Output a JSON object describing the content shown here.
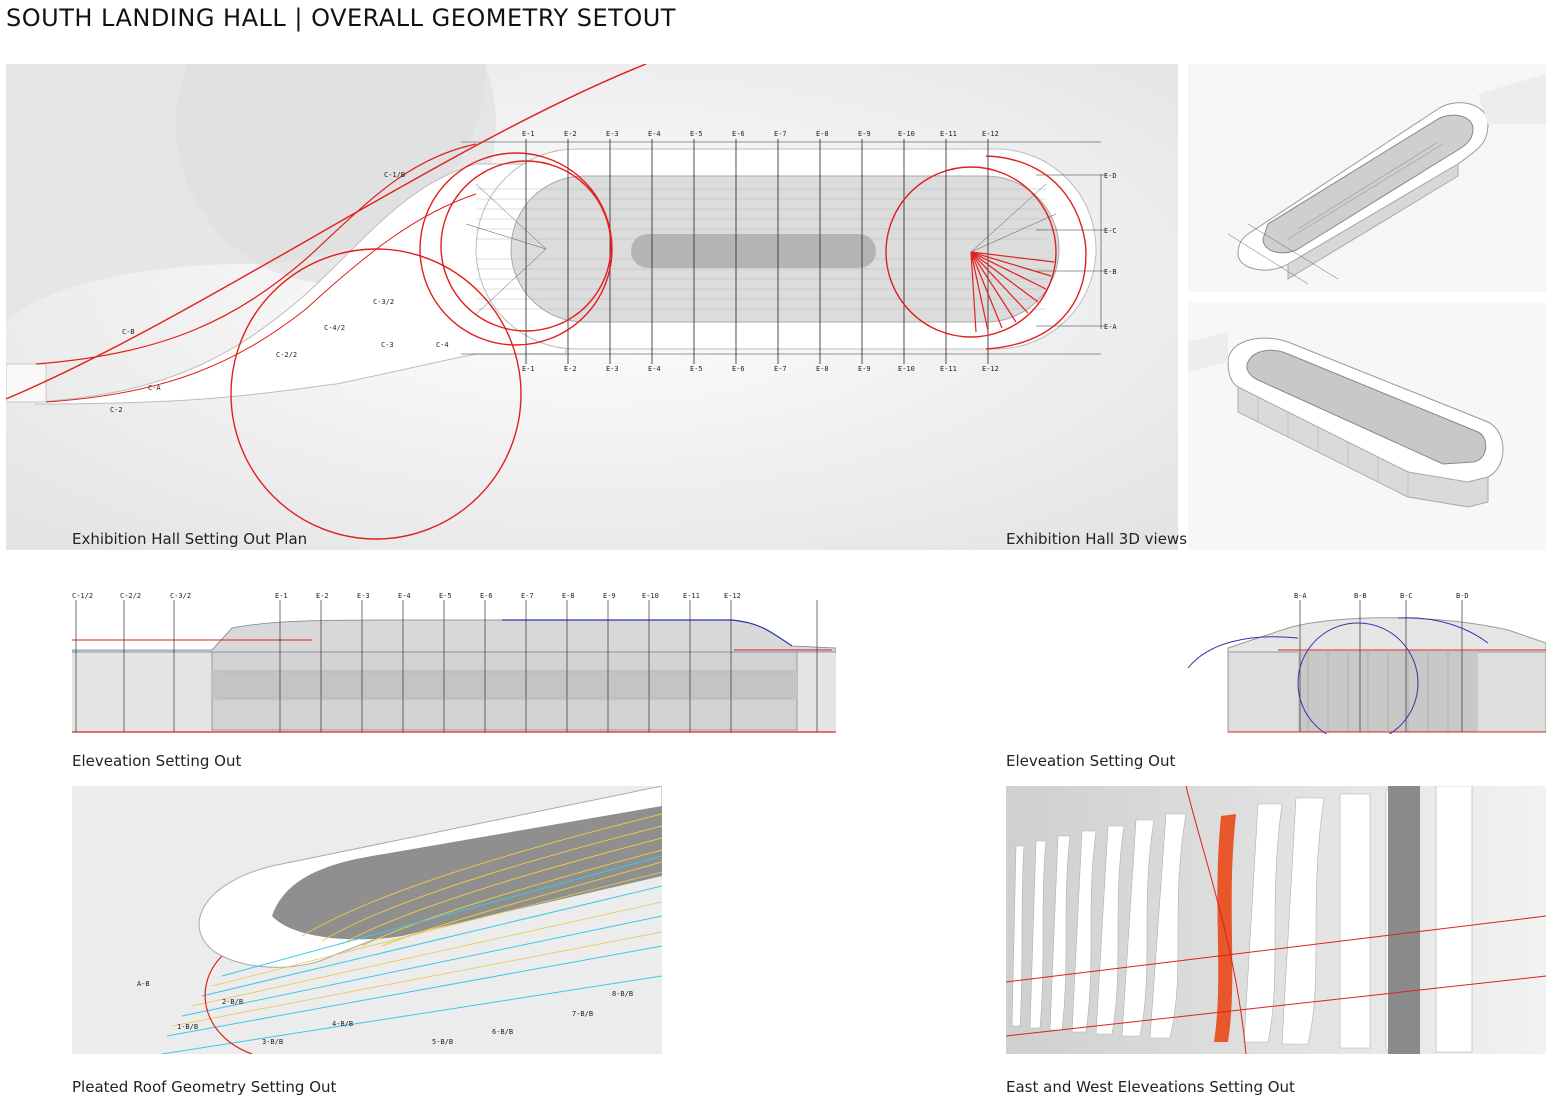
{
  "page": {
    "title": "SOUTH LANDING HALL | OVERALL GEOMETRY SETOUT"
  },
  "captions": {
    "plan": "Exhibition Hall Setting Out Plan",
    "views3d": "Exhibition Hall 3D views",
    "elevation_main": "Eleveation Setting Out",
    "elevation_side": "Eleveation Setting Out",
    "roof": "Pleated Roof Geometry Setting Out",
    "east_west": "East and West Eleveations Setting Out"
  },
  "plan": {
    "grid_top": [
      "E-1",
      "E-2",
      "E-3",
      "E-4",
      "E-5",
      "E-6",
      "E-7",
      "E-8",
      "E-9",
      "E-10",
      "E-11",
      "E-12"
    ],
    "grid_bottom": [
      "E-1",
      "E-2",
      "E-3",
      "E-4",
      "E-5",
      "E-6",
      "E-7",
      "E-8",
      "E-9",
      "E-10",
      "E-11",
      "E-12"
    ],
    "grid_right": [
      "E-D",
      "E-C",
      "E-B",
      "E-A"
    ],
    "curve_labels": [
      "C-1/B",
      "C-B",
      "C-A",
      "C-2",
      "C-3/2",
      "C-4/2",
      "C-3",
      "C-4",
      "C-2/2"
    ]
  },
  "elevation": {
    "grid": [
      "C-1/2",
      "C-2/2",
      "C-3/2",
      "E-1",
      "E-2",
      "E-3",
      "E-4",
      "E-5",
      "E-6",
      "E-7",
      "E-8",
      "E-9",
      "E-10",
      "E-11",
      "E-12"
    ],
    "side_grid": [
      "B-A",
      "B-B",
      "B-C",
      "B-D"
    ]
  },
  "roof": {
    "labels": [
      "A-B",
      "1-B/B",
      "2-B/B",
      "3-B/B",
      "4-B/B",
      "5-B/B",
      "6-B/B",
      "7-B/B",
      "8-B/B"
    ]
  },
  "colors": {
    "red": "#e0201c",
    "blue": "#2b3aa8",
    "cyan": "#3cc8e6",
    "yellow": "#e8c84a",
    "orange": "#e8562c"
  }
}
